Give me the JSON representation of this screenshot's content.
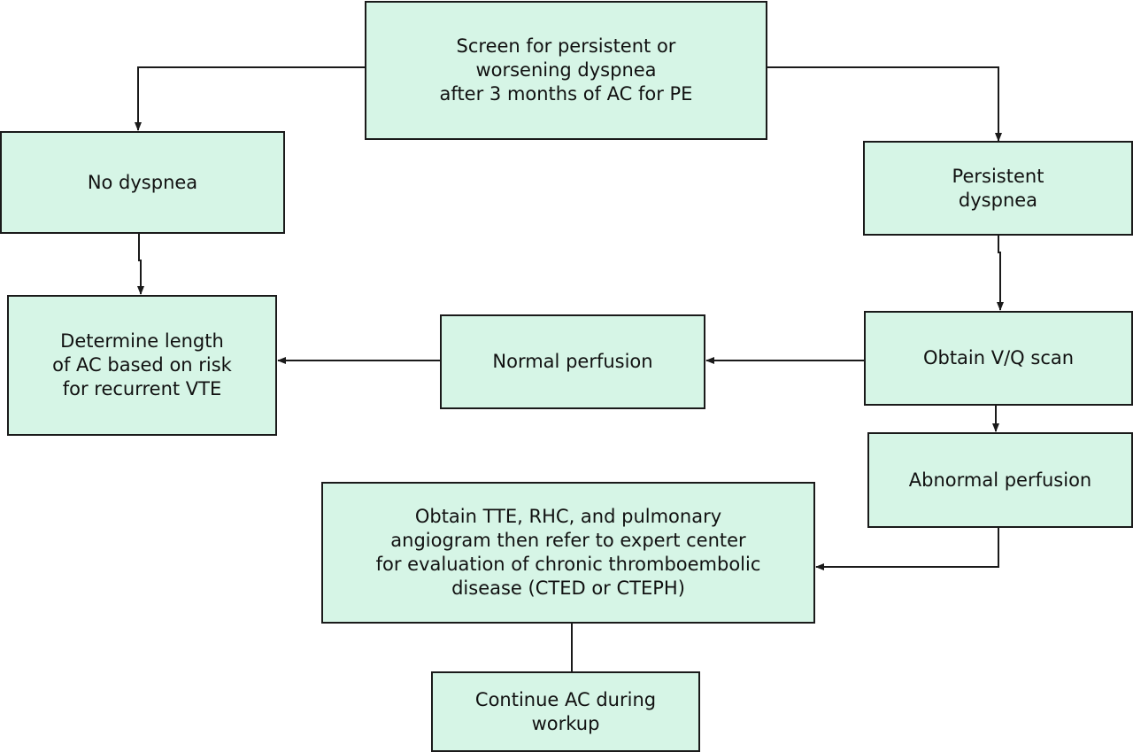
{
  "colors": {
    "box_fill": "#d6f5e6",
    "box_border": "#1a1a1a",
    "line": "#1a1a1a"
  },
  "nodes": {
    "screen": "Screen for persistent or\nworsening dyspnea\nafter 3 months of AC for PE",
    "no_dyspnea": "No dyspnea",
    "persistent": "Persistent\ndyspnea",
    "determine_length": "Determine length\nof AC based on risk\nfor recurrent VTE",
    "normal_perfusion": "Normal perfusion",
    "vq_scan": "Obtain V/Q scan",
    "abnormal_perfusion": "Abnormal perfusion",
    "tte_rhc": "Obtain TTE, RHC, and pulmonary\nangiogram then refer to expert center\nfor evaluation of chronic thromboembolic\ndisease (CTED or CTEPH)",
    "continue_ac": "Continue AC during\nworkup"
  },
  "edges": [
    {
      "from": "screen",
      "to": "no_dyspnea"
    },
    {
      "from": "screen",
      "to": "persistent"
    },
    {
      "from": "no_dyspnea",
      "to": "determine_length"
    },
    {
      "from": "persistent",
      "to": "vq_scan"
    },
    {
      "from": "vq_scan",
      "to": "normal_perfusion"
    },
    {
      "from": "normal_perfusion",
      "to": "determine_length"
    },
    {
      "from": "vq_scan",
      "to": "abnormal_perfusion"
    },
    {
      "from": "abnormal_perfusion",
      "to": "tte_rhc"
    },
    {
      "from": "tte_rhc",
      "to": "continue_ac"
    }
  ]
}
